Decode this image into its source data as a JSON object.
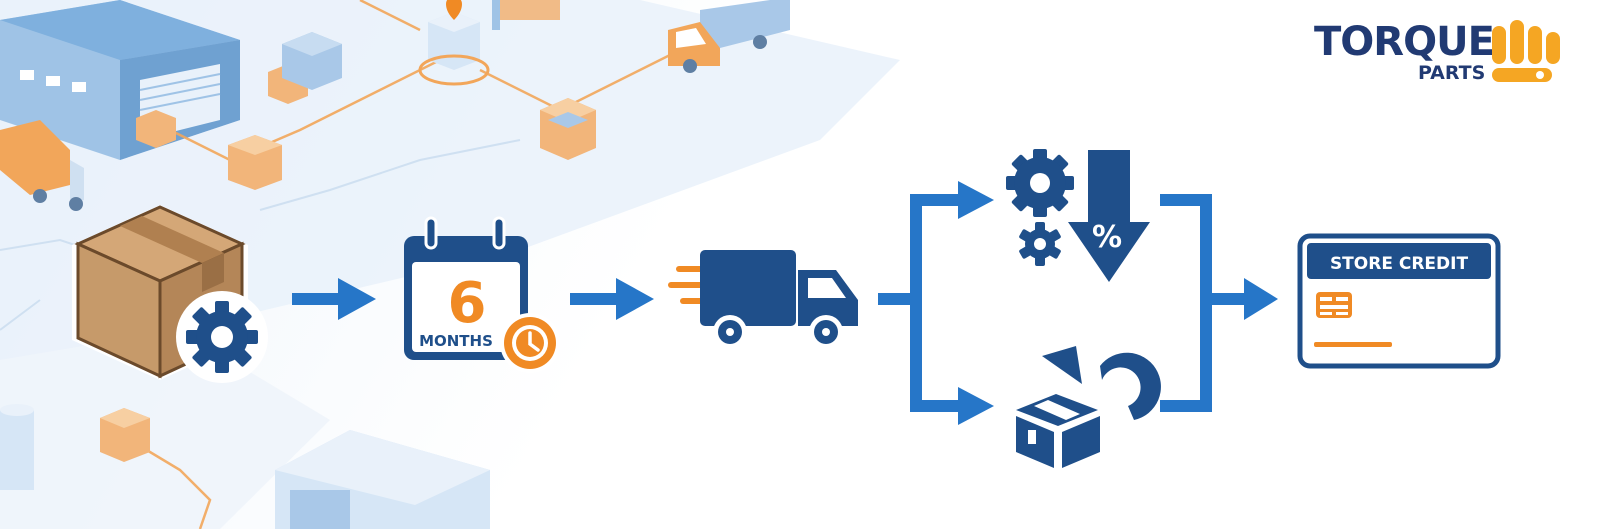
{
  "logo": {
    "name": "TORQUE",
    "sub": "PARTS"
  },
  "steps": {
    "duration_number": "6",
    "duration_unit": "MONTHS",
    "discount_symbol": "%",
    "store_credit_label": "STORE CREDIT"
  },
  "colors": {
    "brand_blue": "#1f5a9a",
    "dark_navy": "#213a73",
    "arrow_blue": "#2676c8",
    "orange": "#f08a24",
    "box_brown": "#c69a6a"
  },
  "icons": [
    "box-with-gear-icon",
    "calendar-icon",
    "clock-icon",
    "delivery-truck-icon",
    "gear-icon",
    "down-arrow-discount-icon",
    "return-box-icon",
    "store-credit-card-icon"
  ]
}
